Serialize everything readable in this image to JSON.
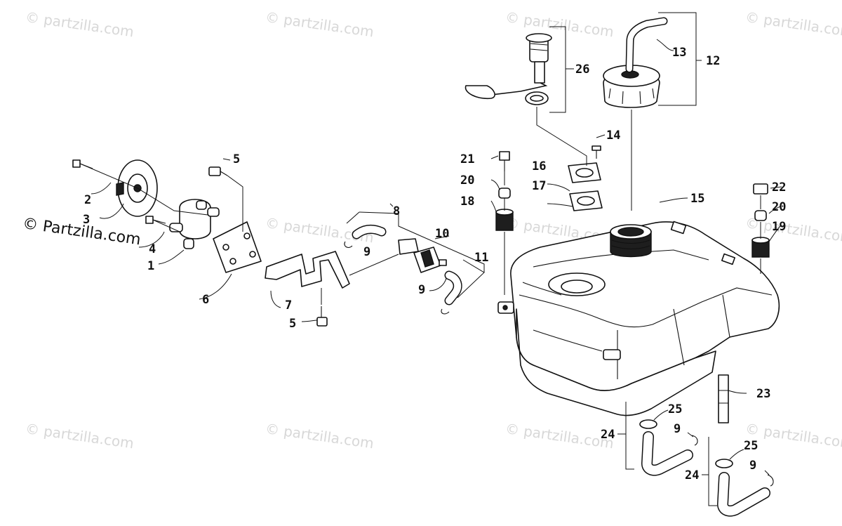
{
  "watermark": {
    "tile_text": "© partzilla.com",
    "main_text": "© Partzilla.com"
  },
  "callouts": [
    "1",
    "2",
    "3",
    "4",
    "5",
    "5",
    "6",
    "7",
    "8",
    "9",
    "9",
    "9",
    "9",
    "10",
    "11",
    "12",
    "13",
    "14",
    "15",
    "16",
    "17",
    "18",
    "19",
    "20",
    "20",
    "21",
    "22",
    "23",
    "24",
    "24",
    "25",
    "25",
    "26"
  ]
}
